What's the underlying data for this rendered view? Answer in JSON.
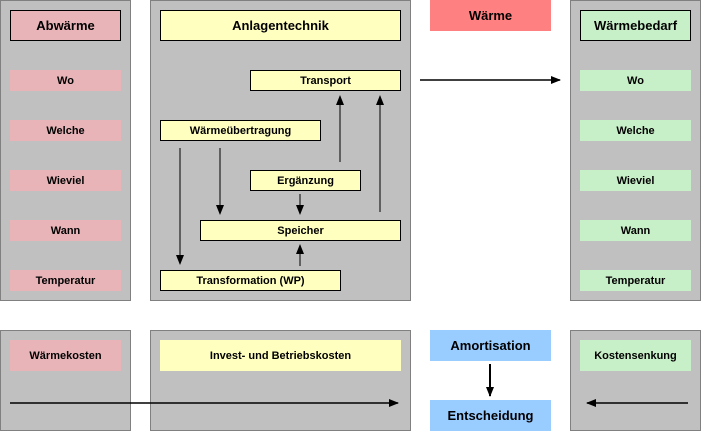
{
  "waste_heat": {
    "title": "Abwärme",
    "items": [
      "Wo",
      "Welche",
      "Wieviel",
      "Wann",
      "Temperatur"
    ]
  },
  "plant": {
    "title": "Anlagentechnik",
    "transport": "Transport",
    "heat_transfer": "Wärmeübertragung",
    "supplement": "Ergänzung",
    "storage": "Speicher",
    "transformation": "Transformation (WP)"
  },
  "heat_label": "Wärme",
  "demand": {
    "title": "Wärmebedarf",
    "items": [
      "Wo",
      "Welche",
      "Wieviel",
      "Wann",
      "Temperatur"
    ]
  },
  "costs": {
    "heat_costs": "Wärmekosten",
    "invest_costs": "Invest- und Betriebskosten",
    "amortisation": "Amortisation",
    "decision": "Entscheidung",
    "cost_reduction": "Kostensenkung"
  },
  "colors": {
    "panel": "#c0c0c0",
    "waste_heat": "#e8b4b8",
    "plant": "#ffffc0",
    "demand": "#c8f0c8",
    "heat": "#ff8080",
    "decision": "#99ccff"
  }
}
